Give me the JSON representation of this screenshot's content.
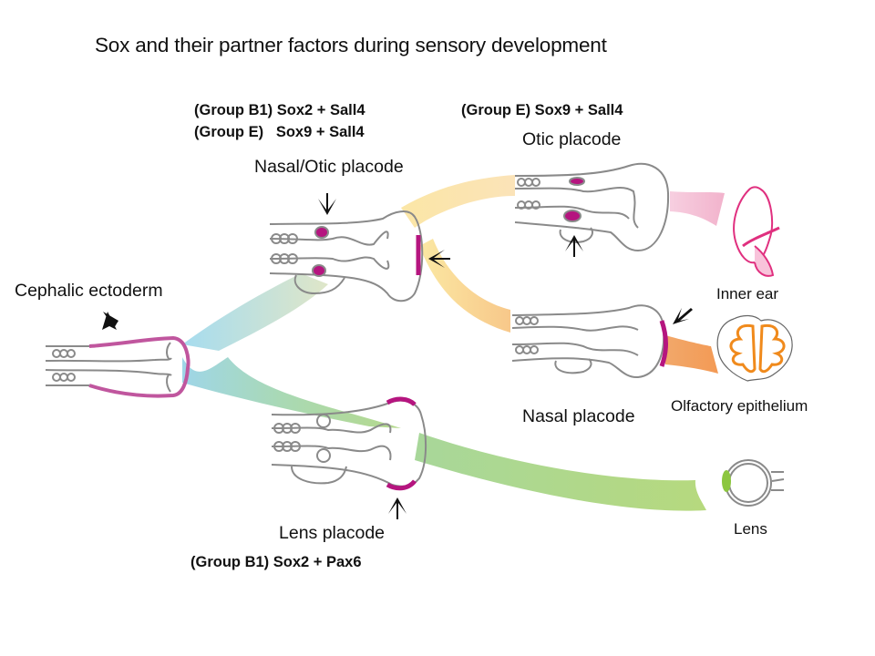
{
  "title": "Sox and their partner factors during sensory development",
  "stages": {
    "cephalic_ectoderm": {
      "label": "Cephalic ectoderm"
    },
    "nasal_otic_placode": {
      "label": "Nasal/Otic placode",
      "factors": [
        "(Group B1) Sox2 + Sall4",
        "(Group E)   Sox9 + Sall4"
      ]
    },
    "otic_placode": {
      "label": "Otic placode",
      "factors": [
        "(Group E) Sox9 + Sall4"
      ]
    },
    "nasal_placode": {
      "label": "Nasal placode"
    },
    "lens_placode": {
      "label": "Lens placode",
      "factors": [
        "(Group B1) Sox2 + Pax6"
      ]
    }
  },
  "organs": {
    "inner_ear": {
      "label": "Inner ear"
    },
    "olfactory_epithelium": {
      "label": "Olfactory epithelium"
    },
    "lens": {
      "label": "Lens"
    }
  },
  "colors": {
    "placode_marker": "#b5157f",
    "ectoderm_marker": "#c0569e",
    "outline": "#8a8a8a",
    "inner_ear": "#e0307f",
    "olfactory": "#f08a1c",
    "lens_green": "#8cc63f",
    "flow_blue": "#9fd8ef",
    "flow_yellow": "#fbe3a0",
    "flow_orange": "#f5a060",
    "flow_pink": "#f4bcd3",
    "flow_green": "#b7d98a"
  }
}
